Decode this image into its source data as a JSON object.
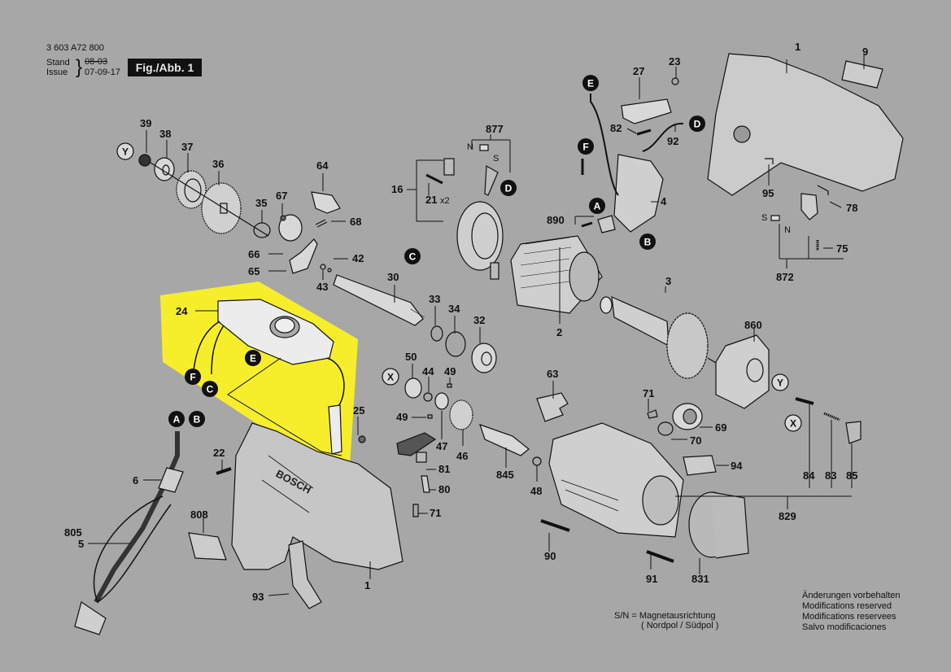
{
  "header": {
    "doc_number": "3 603 A72 800",
    "stand_label": "Stand",
    "issue_label": "Issue",
    "old_date": "08-03",
    "issue_date": "07-09-17",
    "figure_label": "Fig./Abb. 1"
  },
  "footer": {
    "sn_note_line1": "S/N = Magnetausrichtung",
    "sn_note_line2": "( Nordpol / Südpol )",
    "disclaimer": [
      "Änderungen vorbehalten",
      "Modifications reserved",
      "Modifications reservees",
      "Salvo modificaciones"
    ]
  },
  "colors": {
    "background": "#a7a7a7",
    "highlight": "#f6ee2a",
    "ink": "#111111"
  },
  "highlight_group": {
    "description": "Switch/control module assembly highlighted in yellow",
    "parts": [
      "24",
      "25"
    ]
  },
  "part_labels": {
    "p1_top": "1",
    "p9": "9",
    "p23": "23",
    "p27": "27",
    "p82": "82",
    "p92": "92",
    "p877": "877",
    "pN1": "N",
    "pS1": "S",
    "p16": "16",
    "p21": "21",
    "p21x": "x2",
    "p4": "4",
    "p890": "890",
    "p95": "95",
    "p78": "78",
    "p75": "75",
    "p872": "872",
    "pS2": "S",
    "pN2": "N",
    "p39": "39",
    "p38": "38",
    "p37": "37",
    "p36": "36",
    "p35": "35",
    "p67": "67",
    "p64": "64",
    "p68": "68",
    "p66": "66",
    "p65": "65",
    "p42": "42",
    "p43": "43",
    "p30": "30",
    "p2": "2",
    "p3": "3",
    "p24": "24",
    "p25": "25",
    "p33": "33",
    "p34": "34",
    "p32": "32",
    "p50": "50",
    "p44": "44",
    "p49a": "49",
    "p49b": "49",
    "p47": "47",
    "p46": "46",
    "p845": "845",
    "p48": "48",
    "p81": "81",
    "p80": "80",
    "p71a": "71",
    "p63": "63",
    "p860": "860",
    "p71b": "71",
    "p69": "69",
    "p70": "70",
    "p94": "94",
    "p84": "84",
    "p83": "83",
    "p85": "85",
    "p829": "829",
    "p22": "22",
    "p6": "6",
    "p805": "805",
    "p5": "5",
    "p808": "808",
    "p1_bottom": "1",
    "p93": "93",
    "p90": "90",
    "p91": "91",
    "p831": "831"
  },
  "connectors": {
    "E": "E",
    "F": "F",
    "D": "D",
    "C": "C",
    "A": "A",
    "B": "B",
    "X": "X",
    "Y": "Y"
  },
  "brand_mark": "BOSCH"
}
